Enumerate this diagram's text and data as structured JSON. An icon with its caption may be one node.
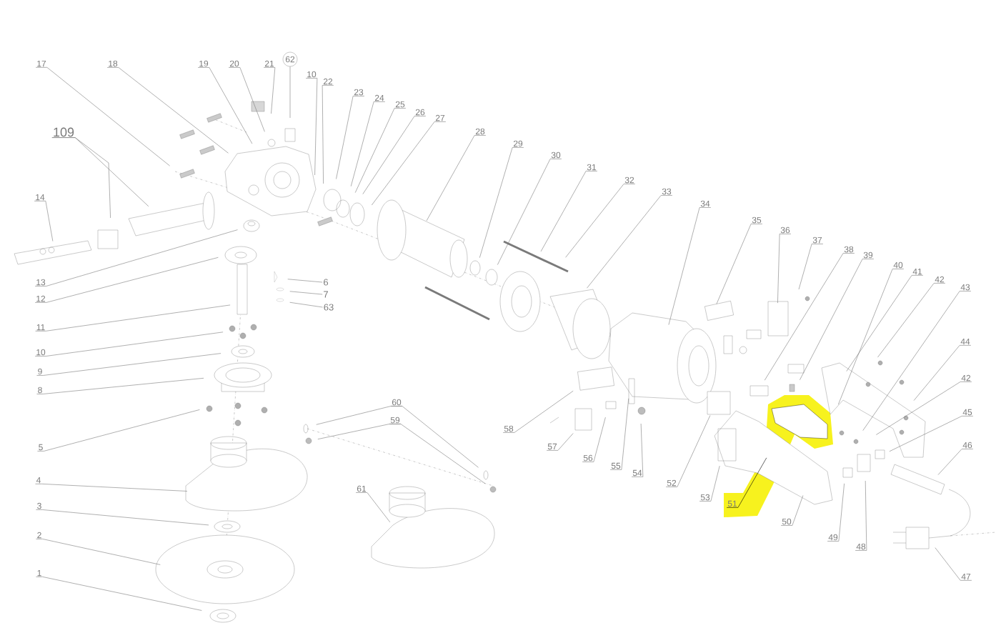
{
  "diagram": {
    "nodes": [
      {
        "text": [
          "17"
        ]
      },
      {
        "text": [
          "18"
        ]
      },
      {
        "text": [
          "19"
        ]
      },
      {
        "text": [
          "20"
        ]
      },
      {
        "text": [
          "21"
        ]
      },
      {
        "text": [
          "62"
        ]
      },
      {
        "text": [
          "10"
        ]
      },
      {
        "text": [
          "22"
        ]
      },
      {
        "text": [
          "23"
        ]
      },
      {
        "text": [
          "24"
        ]
      },
      {
        "text": [
          "25"
        ]
      },
      {
        "text": [
          "26"
        ]
      },
      {
        "text": [
          "27"
        ]
      },
      {
        "text": [
          "28"
        ]
      },
      {
        "text": [
          "29"
        ]
      },
      {
        "text": [
          "30"
        ]
      },
      {
        "text": [
          "31"
        ]
      },
      {
        "text": [
          "32"
        ]
      },
      {
        "text": [
          "33"
        ]
      },
      {
        "text": [
          "34"
        ]
      },
      {
        "text": [
          "35"
        ]
      },
      {
        "text": [
          "36"
        ]
      },
      {
        "text": [
          "37"
        ]
      },
      {
        "text": [
          "38"
        ]
      },
      {
        "text": [
          "39"
        ]
      },
      {
        "text": [
          "40"
        ]
      },
      {
        "text": [
          "41"
        ]
      },
      {
        "text": [
          "42"
        ]
      },
      {
        "text": [
          "43"
        ]
      },
      {
        "text": [
          "44"
        ]
      },
      {
        "text": [
          "42"
        ]
      },
      {
        "text": [
          "45"
        ]
      },
      {
        "text": [
          "46"
        ]
      },
      {
        "text": [
          "47"
        ]
      },
      {
        "text": [
          "48"
        ]
      },
      {
        "text": [
          "49"
        ]
      },
      {
        "text": [
          "50"
        ]
      },
      {
        "text": [
          "51"
        ]
      },
      {
        "text": [
          "53"
        ]
      },
      {
        "text": [
          "52"
        ]
      },
      {
        "text": [
          "54"
        ]
      },
      {
        "text": [
          "55"
        ]
      },
      {
        "text": [
          "56"
        ]
      },
      {
        "text": [
          "57"
        ]
      },
      {
        "text": [
          "58"
        ]
      },
      {
        "text": [
          "60"
        ]
      },
      {
        "text": [
          "59"
        ]
      },
      {
        "text": [
          "61"
        ]
      },
      {
        "text": [
          "109"
        ]
      },
      {
        "text": [
          "14"
        ]
      },
      {
        "text": [
          "13"
        ]
      },
      {
        "text": [
          "12"
        ]
      },
      {
        "text": [
          "11"
        ]
      },
      {
        "text": [
          "10"
        ]
      },
      {
        "text": [
          "9"
        ]
      },
      {
        "text": [
          "8"
        ]
      },
      {
        "text": [
          "5"
        ]
      },
      {
        "text": [
          "4"
        ]
      },
      {
        "text": [
          "3"
        ]
      },
      {
        "text": [
          "2"
        ]
      },
      {
        "text": [
          "1"
        ]
      },
      {
        "text": [
          "6"
        ]
      },
      {
        "text": [
          "7"
        ]
      },
      {
        "text": [
          "63"
        ]
      }
    ],
    "edges": [
      {
        "from": 0,
        "to": null,
        "arrow": "none"
      },
      {
        "from": 1,
        "to": null,
        "arrow": "none"
      },
      {
        "from": 2,
        "to": null,
        "arrow": "none"
      },
      {
        "from": 3,
        "to": null,
        "arrow": "none"
      },
      {
        "from": 4,
        "to": null,
        "arrow": "none"
      },
      {
        "from": 5,
        "to": null,
        "arrow": "none"
      },
      {
        "from": 6,
        "to": null,
        "arrow": "none"
      },
      {
        "from": 7,
        "to": null,
        "arrow": "none"
      },
      {
        "from": 8,
        "to": null,
        "arrow": "none"
      },
      {
        "from": 9,
        "to": null,
        "arrow": "none"
      },
      {
        "from": 10,
        "to": null,
        "arrow": "none"
      },
      {
        "from": 11,
        "to": null,
        "arrow": "none"
      },
      {
        "from": 12,
        "to": null,
        "arrow": "none"
      },
      {
        "from": 13,
        "to": null,
        "arrow": "none"
      },
      {
        "from": 14,
        "to": null,
        "arrow": "none"
      },
      {
        "from": 15,
        "to": null,
        "arrow": "none"
      },
      {
        "from": 16,
        "to": null,
        "arrow": "none"
      },
      {
        "from": 17,
        "to": null,
        "arrow": "none"
      },
      {
        "from": 18,
        "to": null,
        "arrow": "none"
      },
      {
        "from": 19,
        "to": null,
        "arrow": "none"
      },
      {
        "from": 20,
        "to": null,
        "arrow": "none"
      },
      {
        "from": 21,
        "to": null,
        "arrow": "none"
      },
      {
        "from": 22,
        "to": null,
        "arrow": "none"
      },
      {
        "from": 23,
        "to": null,
        "arrow": "none"
      },
      {
        "from": 24,
        "to": null,
        "arrow": "none"
      },
      {
        "from": 25,
        "to": null,
        "arrow": "none"
      },
      {
        "from": 26,
        "to": null,
        "arrow": "none"
      },
      {
        "from": 27,
        "to": null,
        "arrow": "none"
      },
      {
        "from": 28,
        "to": null,
        "arrow": "none"
      },
      {
        "from": 29,
        "to": null,
        "arrow": "none"
      },
      {
        "from": 30,
        "to": null,
        "arrow": "none"
      },
      {
        "from": 31,
        "to": null,
        "arrow": "none"
      },
      {
        "from": 32,
        "to": null,
        "arrow": "none"
      },
      {
        "from": 33,
        "to": null,
        "arrow": "none"
      },
      {
        "from": 34,
        "to": null,
        "arrow": "none"
      },
      {
        "from": 35,
        "to": null,
        "arrow": "none"
      },
      {
        "from": 36,
        "to": null,
        "arrow": "none"
      },
      {
        "from": 37,
        "to": null,
        "arrow": "none",
        "color": "#000000"
      },
      {
        "from": 38,
        "to": null,
        "arrow": "none"
      },
      {
        "from": 39,
        "to": null,
        "arrow": "none"
      },
      {
        "from": 40,
        "to": null,
        "arrow": "none"
      },
      {
        "from": 41,
        "to": null,
        "arrow": "none"
      },
      {
        "from": 42,
        "to": null,
        "arrow": "none"
      },
      {
        "from": 43,
        "to": null,
        "arrow": "none"
      },
      {
        "from": 44,
        "to": null,
        "arrow": "none"
      },
      {
        "from": 45,
        "to": null,
        "arrow": "none"
      },
      {
        "from": 45,
        "to": null,
        "arrow": "none"
      },
      {
        "from": 46,
        "to": null,
        "arrow": "none"
      },
      {
        "from": 46,
        "to": null,
        "arrow": "none"
      },
      {
        "from": 47,
        "to": null,
        "arrow": "none"
      },
      {
        "from": 48,
        "to": null,
        "arrow": "none"
      },
      {
        "from": 48,
        "to": null,
        "arrow": "none"
      },
      {
        "from": 49,
        "to": null,
        "arrow": "none"
      },
      {
        "from": 50,
        "to": null,
        "arrow": "none"
      },
      {
        "from": 51,
        "to": null,
        "arrow": "none"
      },
      {
        "from": 52,
        "to": null,
        "arrow": "none"
      },
      {
        "from": 53,
        "to": null,
        "arrow": "none"
      },
      {
        "from": 54,
        "to": null,
        "arrow": "none"
      },
      {
        "from": 55,
        "to": null,
        "arrow": "none"
      },
      {
        "from": 56,
        "to": null,
        "arrow": "none"
      },
      {
        "from": 57,
        "to": null,
        "arrow": "none"
      },
      {
        "from": 58,
        "to": null,
        "arrow": "none"
      },
      {
        "from": 59,
        "to": null,
        "arrow": "none"
      },
      {
        "from": 60,
        "to": null,
        "arrow": "none"
      },
      {
        "from": 61,
        "to": null,
        "arrow": "none"
      },
      {
        "from": 62,
        "to": null,
        "arrow": "none"
      },
      {
        "from": 63,
        "to": null,
        "arrow": "none"
      }
    ]
  }
}
